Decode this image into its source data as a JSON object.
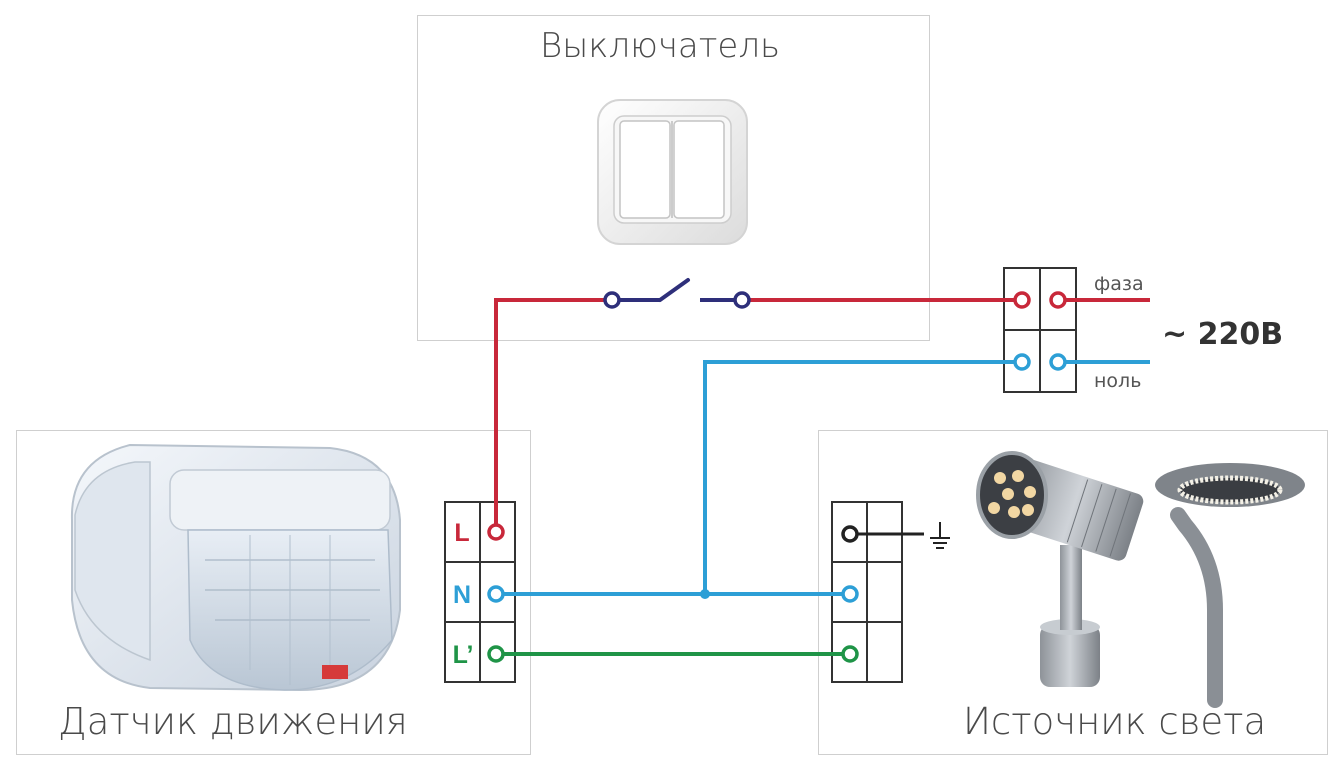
{
  "panels": {
    "switch_title": "Выключатель",
    "sensor_title": "Датчик движения",
    "light_title": "Источник света"
  },
  "supply": {
    "phase_label": "фаза",
    "neutral_label": "ноль",
    "voltage": "~ 220В"
  },
  "sensor_terminals": {
    "l": "L",
    "n": "N",
    "l_prime": "L’"
  },
  "colors": {
    "phase": "#c8283a",
    "neutral": "#2d9fd6",
    "switched": "#1f9447",
    "switch_contact": "#2e2f7a",
    "ground": "#222222"
  }
}
